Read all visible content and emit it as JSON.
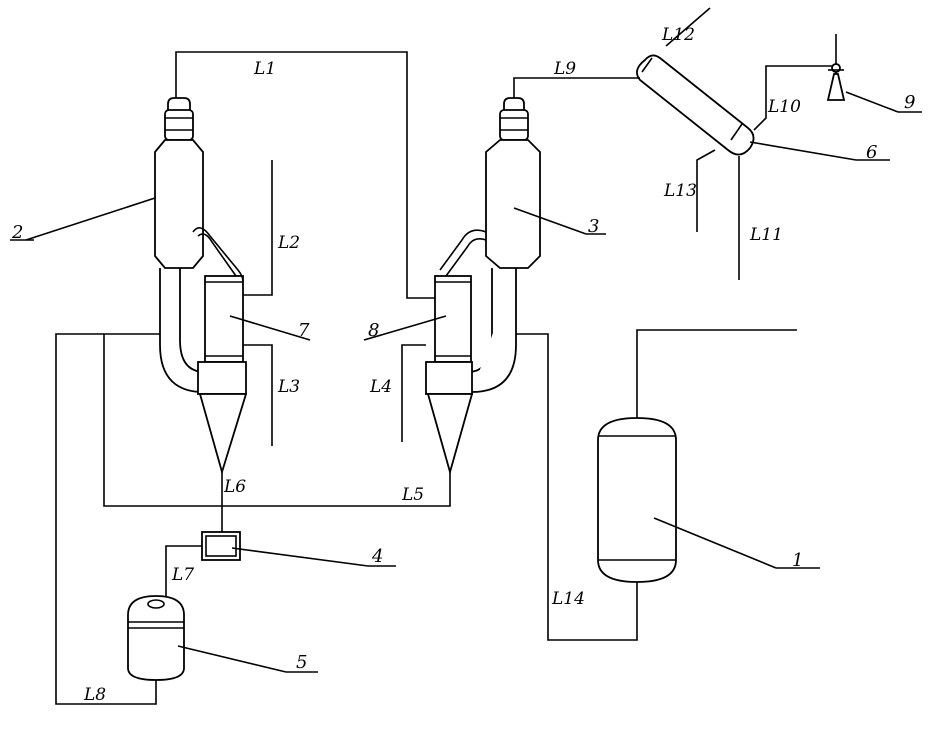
{
  "equipment_numbers": {
    "n1": "1",
    "n2": "2",
    "n3": "3",
    "n4": "4",
    "n5": "5",
    "n6": "6",
    "n7": "7",
    "n8": "8",
    "n9": "9"
  },
  "line_labels": {
    "L1": "L1",
    "L2": "L2",
    "L3": "L3",
    "L4": "L4",
    "L5": "L5",
    "L6": "L6",
    "L7": "L7",
    "L8": "L8",
    "L9": "L9",
    "L10": "L10",
    "L11": "L11",
    "L12": "L12",
    "L13": "L13",
    "L14": "L14"
  }
}
